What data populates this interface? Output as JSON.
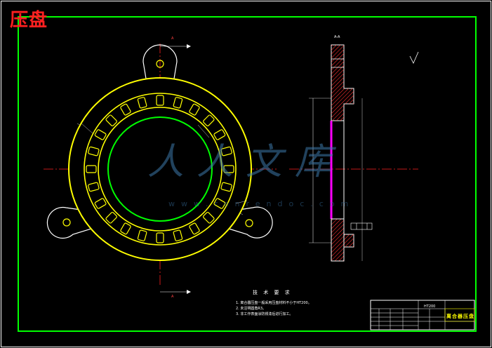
{
  "drawing_title": "压盘",
  "section_label": "A-A",
  "section_marks": [
    "A",
    "A"
  ],
  "watermark": {
    "text": "人人文库",
    "url": "www.renrendoc.com"
  },
  "tech_requirements": {
    "title": "技 术 要 求",
    "notes": [
      "1. 离合器压盘一般采用压盘材料不小于HT200。",
      "2. 未注明圆角R3。",
      "3. 非工作表面涂防锈漆后进行加工。"
    ]
  },
  "title_block": {
    "part_name": "离合器压盘",
    "code": "HT200"
  },
  "colors": {
    "frame": "#00ff00",
    "outline": "#ffff00",
    "inner_circle": "#00ff00",
    "centerline": "#ff2020",
    "section_face": "#ff00ff",
    "hatch": "#ff3030",
    "dimension": "#ffffff"
  }
}
